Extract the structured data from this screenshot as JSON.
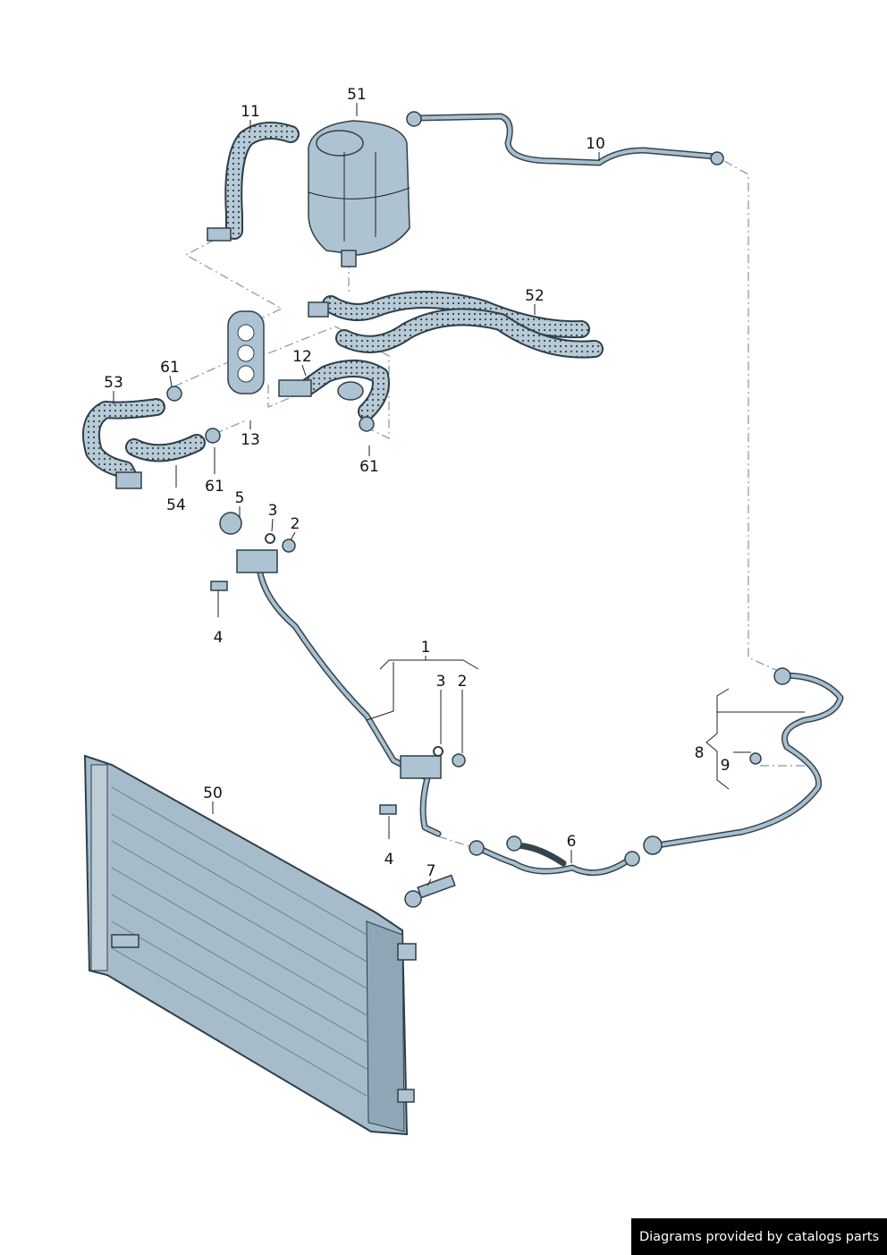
{
  "diagram": {
    "labels": {
      "l51": "51",
      "l11": "11",
      "l10": "10",
      "l52": "52",
      "l12": "12",
      "l61a": "61",
      "l53": "53",
      "l13": "13",
      "l61b": "61",
      "l61c": "61",
      "l54": "54",
      "l5": "5",
      "l3a": "3",
      "l2a": "2",
      "l4a": "4",
      "l1": "1",
      "l3b": "3",
      "l2b": "2",
      "l8": "8",
      "l9": "9",
      "l50": "50",
      "l6": "6",
      "l4b": "4",
      "l7": "7"
    },
    "colors": {
      "part": "#aec3d1",
      "outline": "#2e3f4a",
      "centerline": "#7b98ad"
    }
  },
  "footer": {
    "credit": "Diagrams provided by catalogs parts"
  }
}
